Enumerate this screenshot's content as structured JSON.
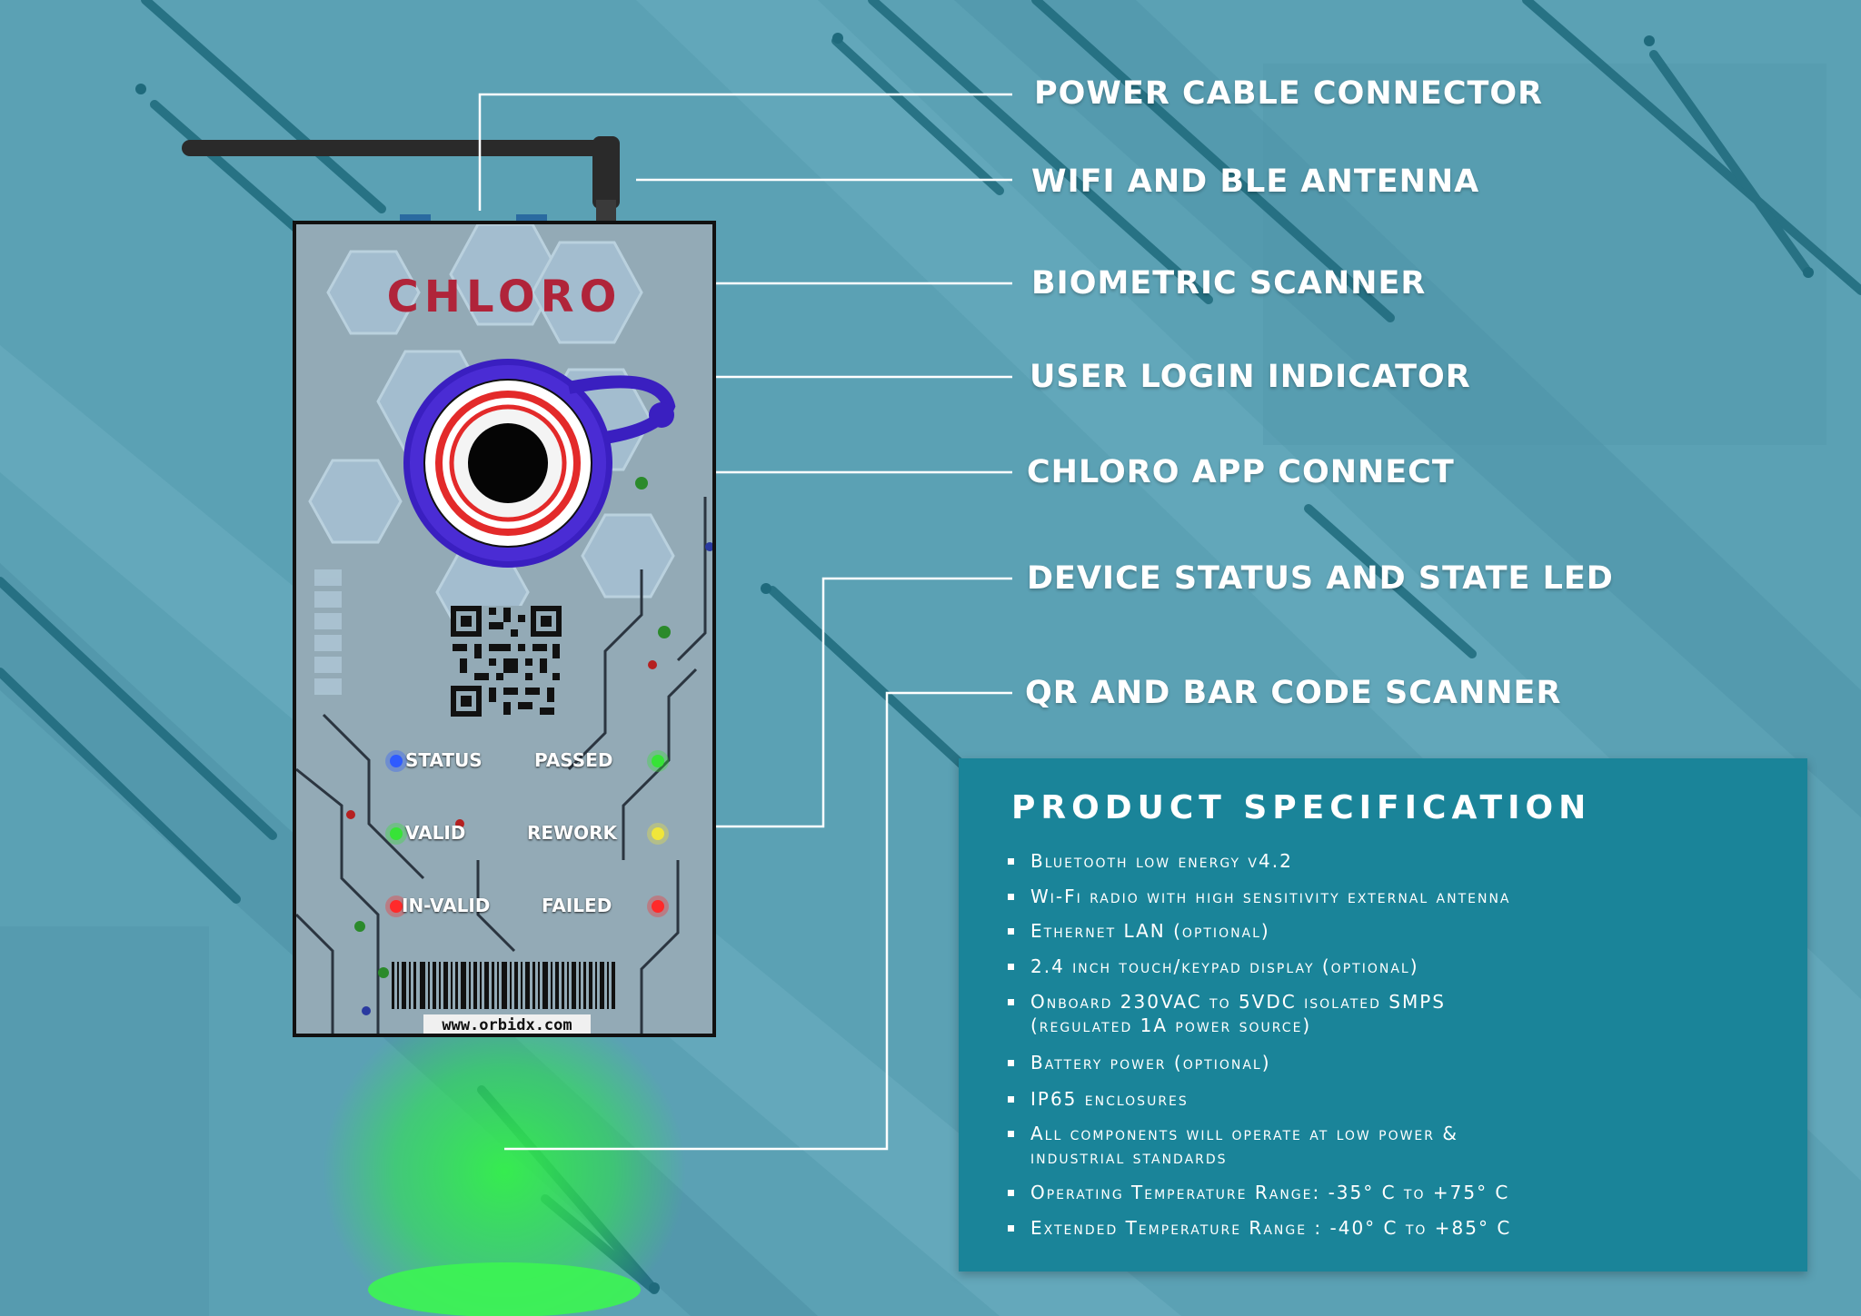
{
  "callouts": [
    {
      "id": "power",
      "label": "POWER CABLE CONNECTOR"
    },
    {
      "id": "antenna",
      "label": "WIFI AND BLE ANTENNA"
    },
    {
      "id": "biometric",
      "label": "BIOMETRIC SCANNER"
    },
    {
      "id": "login",
      "label": "USER LOGIN INDICATOR"
    },
    {
      "id": "app",
      "label": "CHLORO APP CONNECT"
    },
    {
      "id": "status-led",
      "label": "DEVICE STATUS AND STATE LED"
    },
    {
      "id": "qr",
      "label": "QR AND BAR CODE SCANNER"
    }
  ],
  "device": {
    "brand": "CHLORO",
    "website": "www.orbidx.com",
    "leds": [
      {
        "label": "STATUS",
        "color": "#2f5bff"
      },
      {
        "label": "PASSED",
        "color": "#37e337"
      },
      {
        "label": "VALID",
        "color": "#37e337"
      },
      {
        "label": "REWORK",
        "color": "#f0e63a"
      },
      {
        "label": "IN-VALID",
        "color": "#ff2a2a"
      },
      {
        "label": "FAILED",
        "color": "#ff2a2a"
      }
    ],
    "colors": {
      "brand": "#b0243a",
      "ring_outer": "#3a1fc0",
      "ring_red": "#e32a2a",
      "scan_beam": "#2ee84a"
    }
  },
  "spec": {
    "title": "PRODUCT SPECIFICATION",
    "items": [
      "Bluetooth low energy v4.2",
      "Wi-Fi radio with high sensitivity external antenna",
      "Ethernet LAN (optional)",
      "2.4 inch touch/keypad display (optional)",
      "Onboard 230VAC to 5VDC isolated SMPS",
      "(regulated 1A power source)",
      "Battery power (optional)",
      "IP65 enclosures",
      "All components will operate at low power &",
      "industrial standards",
      "Operating Temperature Range: -35° C to +75° C",
      "Extended Temperature Range : -40° C to +85° C"
    ]
  }
}
